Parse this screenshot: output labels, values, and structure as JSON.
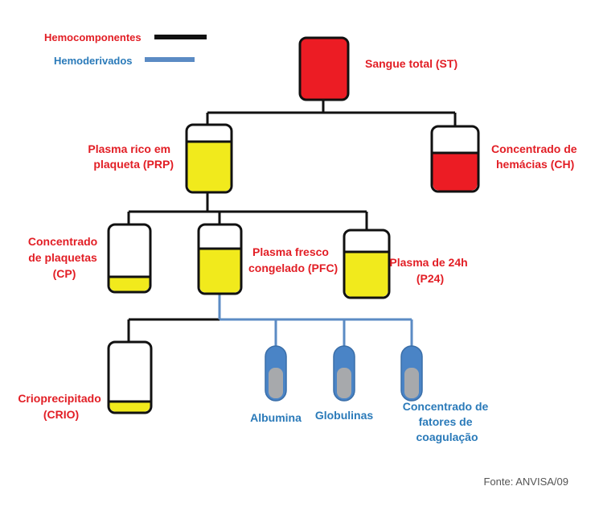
{
  "legend": {
    "hemocomponentes": "Hemocomponentes",
    "hemoderivados": "Hemoderivados"
  },
  "nodes": {
    "st": "Sangue total (ST)",
    "prp": [
      "Plasma rico em",
      "plaqueta (PRP)"
    ],
    "ch": [
      "Concentrado de",
      "hemácias (CH)"
    ],
    "cp": [
      "Concentrado",
      "de plaquetas",
      "(CP)"
    ],
    "pfc": [
      "Plasma fresco",
      "congelado (PFC)"
    ],
    "p24": [
      "Plasma de 24h",
      "(P24)"
    ],
    "crio": [
      "Crioprecipitado",
      "(CRIO)"
    ],
    "albumina": "Albumina",
    "globulinas": "Globulinas",
    "fatores": [
      "Concentrado de",
      "fatores de",
      "coagulação"
    ]
  },
  "source": "Fonte: ANVISA/09",
  "colors": {
    "red": "#ec1c24",
    "yellow": "#f1ea1c",
    "hemocomponent_line": "#111111",
    "hemoderivative_line": "#5b8bc4",
    "tube_blue": "#4a84c6",
    "tube_gray": "#a7a9ac"
  }
}
